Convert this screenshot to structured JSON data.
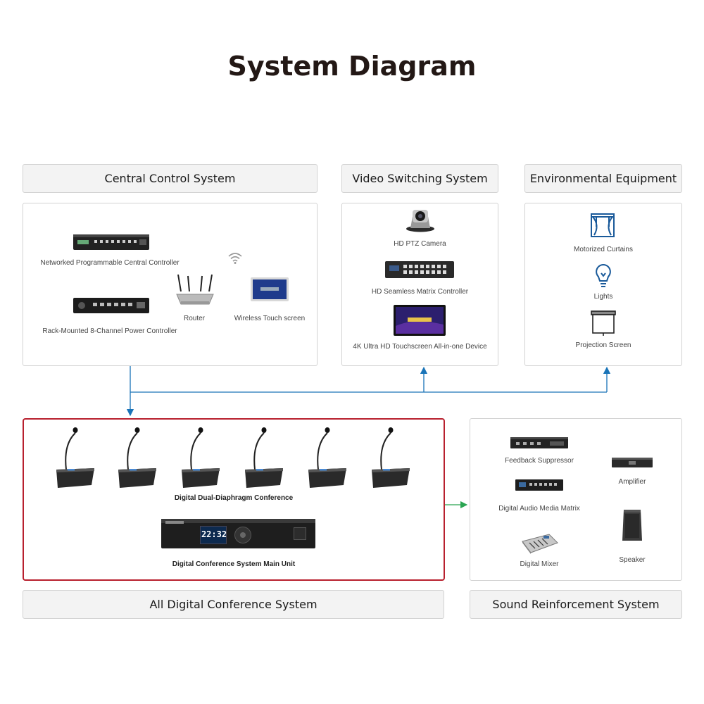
{
  "title": "System Diagram",
  "sections": {
    "central": {
      "header": "Central Control System",
      "items": {
        "networked": "Networked Programmable Central Controller",
        "power": "Rack-Mounted 8-Channel Power Controller",
        "router": "Router",
        "touch": "Wireless Touch screen"
      }
    },
    "video": {
      "header": "Video Switching System",
      "items": {
        "camera": "HD PTZ Camera",
        "matrix": "HD Seamless Matrix Controller",
        "allinone": "4K Ultra HD Touchscreen All-in-one Device"
      }
    },
    "env": {
      "header": "Environmental Equipment",
      "items": {
        "curtains": "Motorized Curtains",
        "lights": "Lights",
        "screen": "Projection Screen"
      }
    },
    "conference": {
      "header": "All Digital Conference System",
      "items": {
        "mics": "Digital Dual-Diaphragm Conference",
        "main": "Digital Conference System Main Unit"
      },
      "clock": "22:32"
    },
    "sound": {
      "header": "Sound Reinforcement System",
      "items": {
        "feedback": "Feedback Suppressor",
        "amplifier": "Amplifier",
        "audiomatrix": "Digital Audio Media Matrix",
        "mixer": "Digital Mixer",
        "speaker": "Speaker"
      }
    }
  },
  "colors": {
    "arrow_blue": "#1a74b8",
    "arrow_green": "#2aa552",
    "conference_border": "#b8202e",
    "icon_blue": "#1a5a9a"
  }
}
